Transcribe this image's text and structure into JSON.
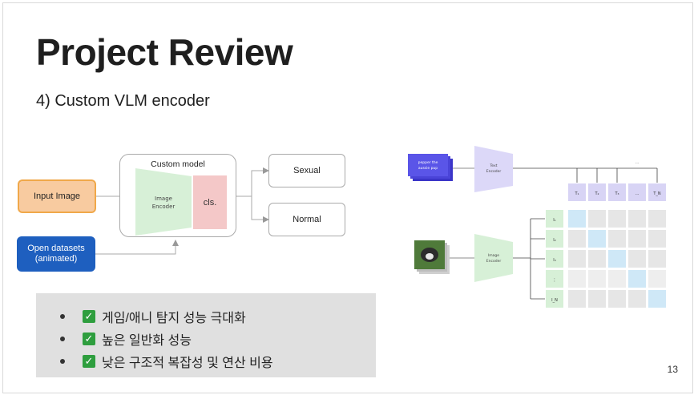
{
  "slide": {
    "title": "Project Review",
    "subtitle": "4) Custom VLM encoder",
    "page_number": "13"
  },
  "diagram": {
    "input_image": "Input Image",
    "open_datasets_line1": "Open datasets",
    "open_datasets_line2": "(animated)",
    "custom_model": "Custom model",
    "image_encoder_line1": "Image",
    "image_encoder_line2": "Encoder",
    "cls": "cls.",
    "output_sexual": "Sexual",
    "output_normal": "Normal"
  },
  "clip": {
    "text_input_line1": "pepper the",
    "text_input_line2": "aussie pup",
    "text_encoder_line1": "Text",
    "text_encoder_line2": "Encoder",
    "image_encoder_line1": "Image",
    "image_encoder_line2": "Encoder",
    "text_labels": [
      "T₁",
      "T₂",
      "T₃",
      "...",
      "T_N"
    ],
    "image_labels": [
      "I₁",
      "I₂",
      "I₃",
      "⋮",
      "I_N"
    ],
    "ellipsis": "..."
  },
  "bullets": [
    "게임/애니 탐지 성능 극대화",
    "높은 일반화 성능",
    "낮은 구조적 복잡성 및 연산 비용"
  ],
  "colors": {
    "accent_orange": "#f8cba0",
    "accent_blue": "#1e5fbf",
    "encoder_green": "#d7f0d7",
    "text_encoder_purple": "#dcd8f8",
    "check_green": "#2e9e3e"
  }
}
